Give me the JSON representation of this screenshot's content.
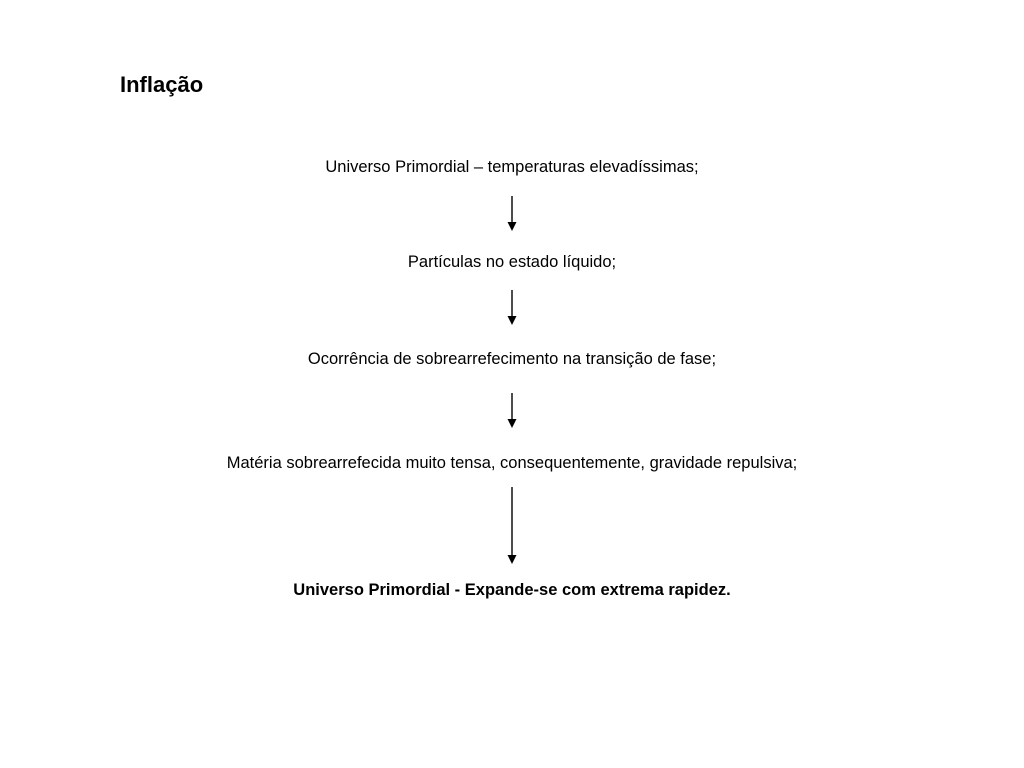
{
  "title": "Inflação",
  "steps": [
    "Universo Primordial – temperaturas elevadíssimas;",
    "Partículas no estado líquido;",
    "Ocorrência de sobrearrefecimento na transição de fase;",
    "Matéria sobrearrefecida muito tensa, consequentemente, gravidade repulsiva;",
    "Universo Primordial - Expande-se com extrema rapidez."
  ],
  "colors": {
    "text": "#000000",
    "background": "#ffffff",
    "arrow": "#000000"
  },
  "icons": {
    "connector": "down-arrow-icon"
  }
}
